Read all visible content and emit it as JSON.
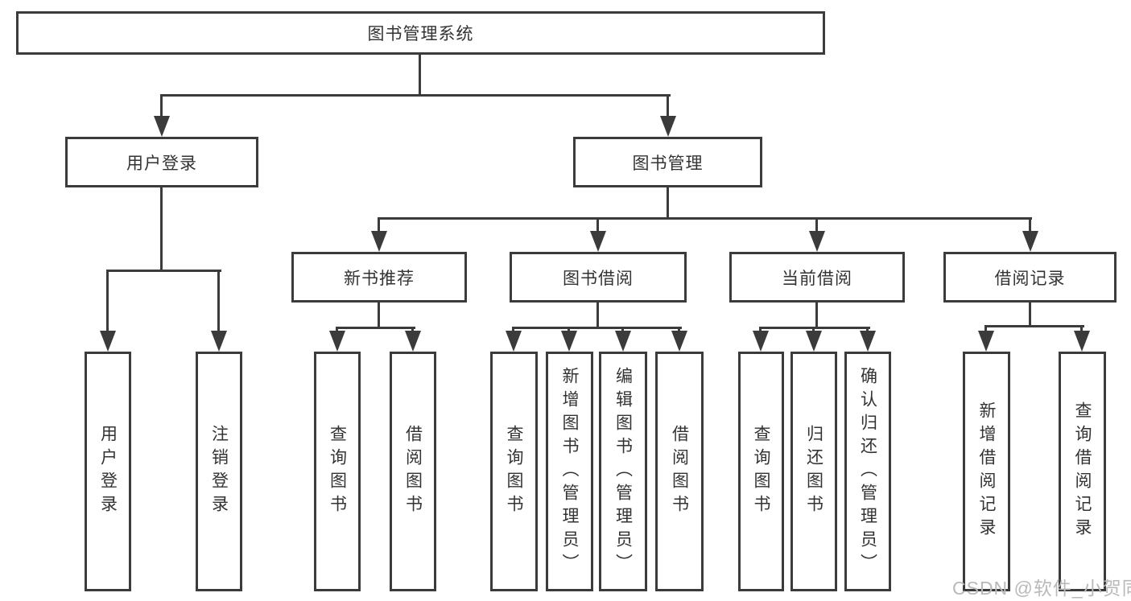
{
  "colors": {
    "line": "#3b3b3b",
    "text": "#333333",
    "watermark": "#b9b9b9",
    "background": "#ffffff"
  },
  "diagram": {
    "root": {
      "label": "图书管理系统"
    },
    "branches": {
      "user_login": {
        "label": "用户登录",
        "children": [
          {
            "label": "用户登录"
          },
          {
            "label": "注销登录"
          }
        ]
      },
      "book_mgmt": {
        "label": "图书管理",
        "children": [
          {
            "label": "新书推荐",
            "children": [
              {
                "label": "查询图书"
              },
              {
                "label": "借阅图书"
              }
            ]
          },
          {
            "label": "图书借阅",
            "children": [
              {
                "label": "查询图书"
              },
              {
                "label": "新增图书（管理员）"
              },
              {
                "label": "编辑图书（管理员）"
              },
              {
                "label": "借阅图书"
              }
            ]
          },
          {
            "label": "当前借阅",
            "children": [
              {
                "label": "查询图书"
              },
              {
                "label": "归还图书"
              },
              {
                "label": "确认归还（管理员）"
              }
            ]
          },
          {
            "label": "借阅记录",
            "children": [
              {
                "label": "新增借阅记录"
              },
              {
                "label": "查询借阅记录"
              }
            ]
          }
        ]
      }
    }
  },
  "watermark": {
    "text": "CSDN @软件_小贺同学"
  }
}
